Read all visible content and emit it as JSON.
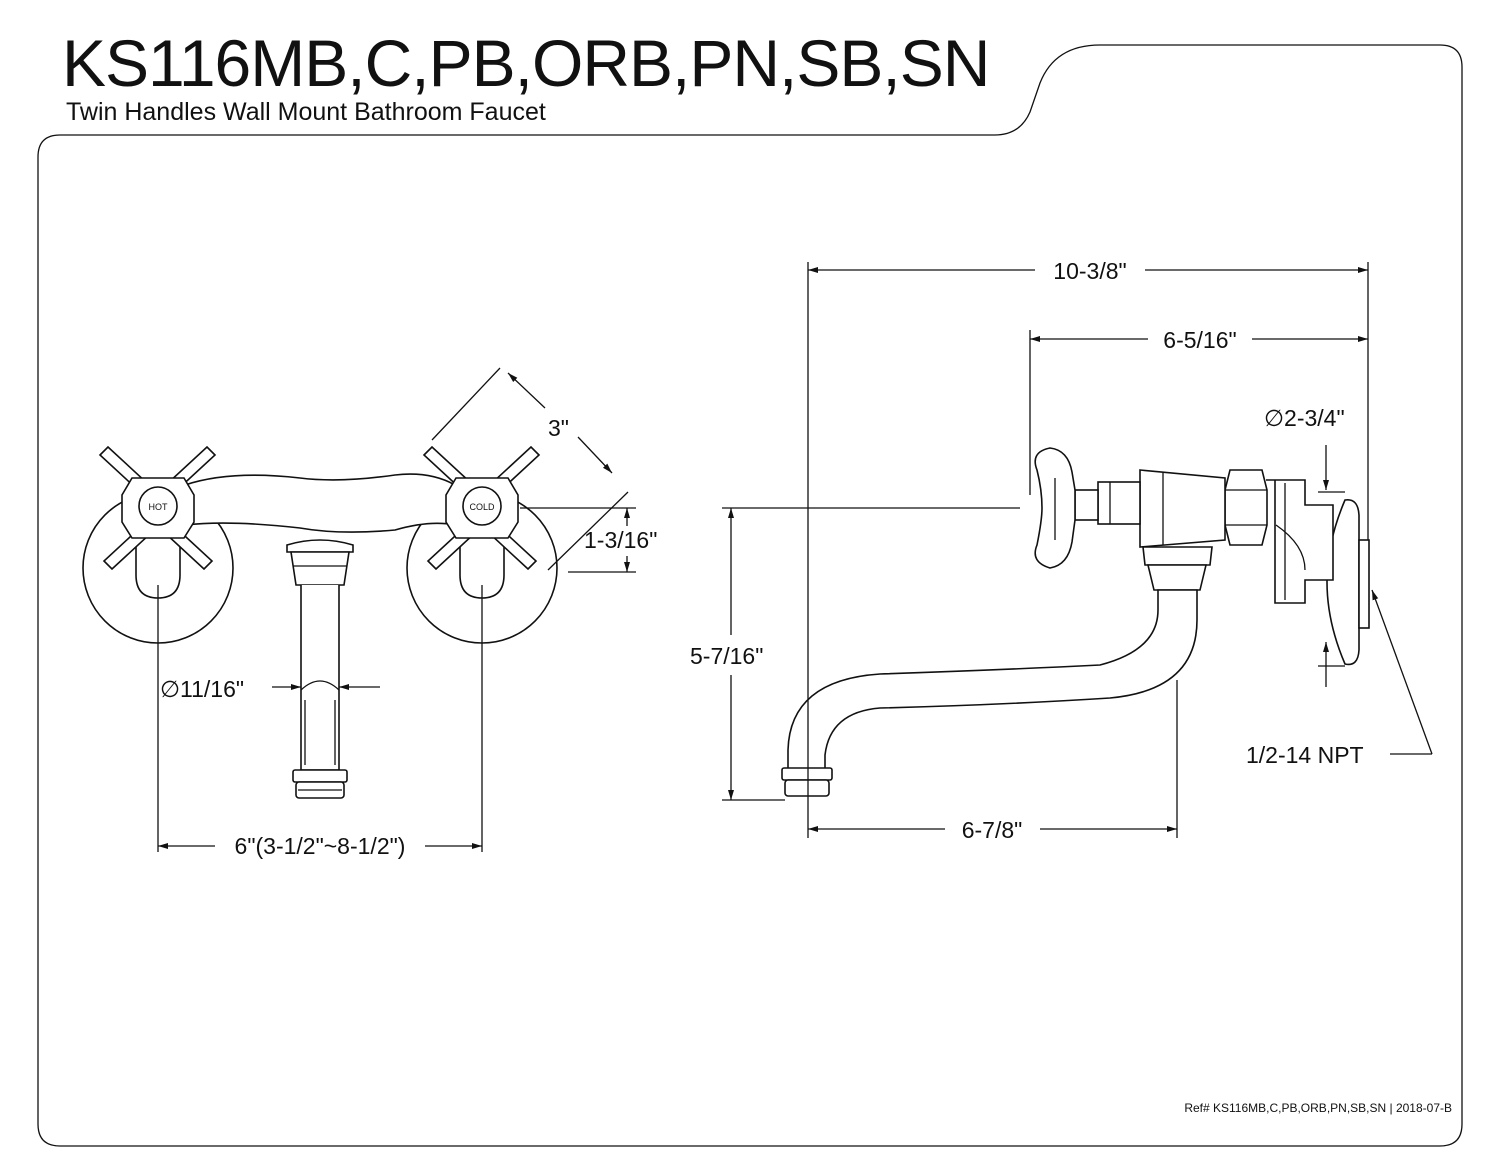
{
  "header": {
    "title": "KS116MB,C,PB,ORB,PN,SB,SN",
    "subtitle": "Twin Handles Wall Mount Bathroom Faucet"
  },
  "front_view": {
    "hot_label": "HOT",
    "cold_label": "COLD",
    "dim_handle_arm": "3\"",
    "dim_handle_height": "1-3/16\"",
    "dim_spout_diameter": "∅11/16\"",
    "dim_center_spread": "6\"(3-1/2\"~8-1/2\")"
  },
  "side_view": {
    "dim_overall_length": "10-3/8\"",
    "dim_handle_projection": "6-5/16\"",
    "dim_flange_diameter": "∅2-3/4\"",
    "dim_height": "5-7/16\"",
    "dim_spout_reach": "6-7/8\"",
    "dim_thread": "1/2-14 NPT"
  },
  "footer": {
    "ref": "Ref# KS116MB,C,PB,ORB,PN,SB,SN | 2018-07-B"
  }
}
